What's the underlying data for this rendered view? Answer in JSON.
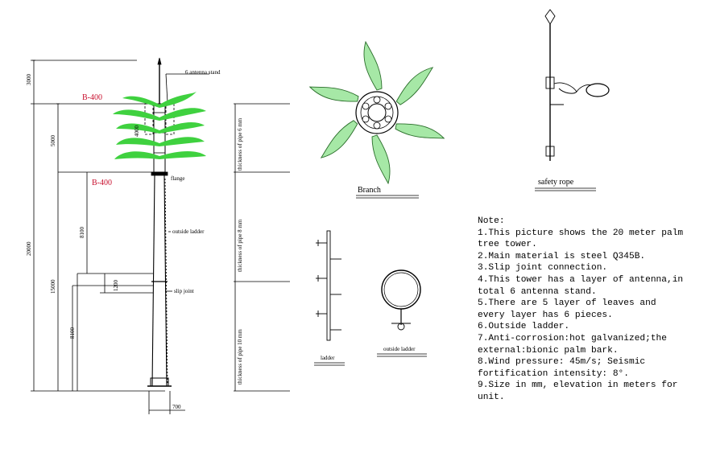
{
  "dimensions": {
    "d3000": "3000",
    "d5000": "5000",
    "d4000": "4000",
    "d20000": "20000",
    "d8100a": "8100",
    "d15000": "15000",
    "d1200": "1200",
    "d8100b": "8100",
    "d700": "700"
  },
  "labels": {
    "b400_top": "B-400",
    "b400_mid": "B-400",
    "antenna_stand": "6 antenna stand",
    "flange": "flange",
    "outside_ladder_tower": "outside ladder",
    "slip_joint": "slip joint",
    "pipe6": "thickness of pipe 6 mm",
    "pipe8": "thickness of pipe 8 mm",
    "pipe10": "thickness of pipe 10 mm"
  },
  "captions": {
    "branch": "Branch",
    "safety_rope": "safety rope",
    "ladder": "ladder",
    "outside_ladder": "outside ladder"
  },
  "notes": {
    "title": "Note:",
    "items": [
      "1.This picture shows the 20 meter palm tree tower.",
      "2.Main material is steel Q345B.",
      "3.Slip joint connection.",
      "4.This tower has a layer of antenna,in total 6 antenna stand.",
      "5.There are 5 layer of leaves and every layer has 6 pieces.",
      "6.Outside ladder.",
      "7.Anti-corrosion:hot galvanized;the external:bionic palm bark.",
      "8.Wind pressure: 45m/s; Seismic fortification intensity: 8°.",
      "9.Size in mm, elevation in meters for unit."
    ]
  },
  "colors": {
    "leaf_fill": "#a6e8a6",
    "leaf_stroke": "#2a6e2a",
    "frond_green": "#3fd13f",
    "dimension_red": "#c8102e"
  }
}
